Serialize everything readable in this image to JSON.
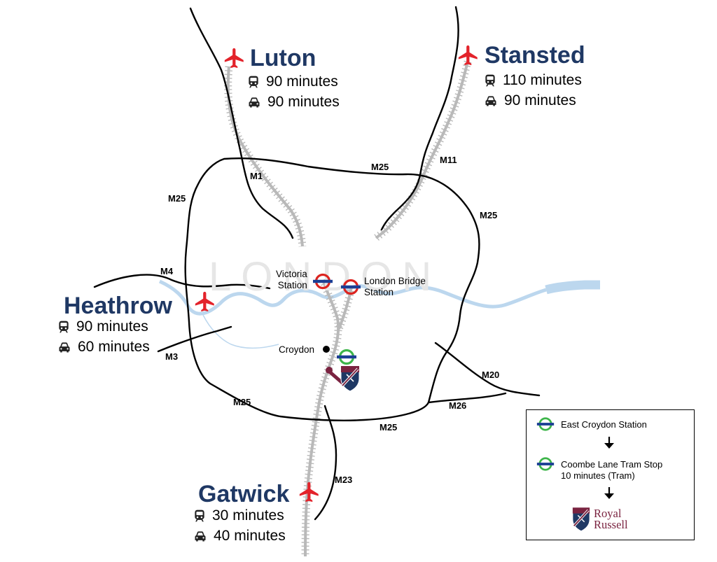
{
  "watermark": "LONDON",
  "airports": {
    "luton": {
      "name": "Luton",
      "train": "90 minutes",
      "car": "90 minutes"
    },
    "stansted": {
      "name": "Stansted",
      "train": "110 minutes",
      "car": "90 minutes"
    },
    "heathrow": {
      "name": "Heathrow",
      "train": "90 minutes",
      "car": "60 minutes"
    },
    "gatwick": {
      "name": "Gatwick",
      "train": "30 minutes",
      "car": "40 minutes"
    }
  },
  "roads": {
    "m25_top": "M25",
    "m25_left": "M25",
    "m25_right": "M25",
    "m25_bottom_left": "M25",
    "m25_bottom": "M25",
    "m1": "M1",
    "m11": "M11",
    "m4": "M4",
    "m3": "M3",
    "m20": "M20",
    "m26": "M26",
    "m23": "M23"
  },
  "stations": {
    "victoria_line1": "Victoria",
    "victoria_line2": "Station",
    "london_bridge_line1": "London Bridge",
    "london_bridge_line2": "Station",
    "croydon": "Croydon"
  },
  "legend": {
    "step1": "East Croydon Station",
    "step2_line1": "Coombe Lane Tram Stop",
    "step2_line2": "10 minutes (Tram)",
    "brand_line1": "Royal",
    "brand_line2": "Russell"
  },
  "icons": {
    "airport": "airplane-icon",
    "train": "train-icon",
    "car": "car-icon",
    "underground": "underground-roundel-icon",
    "tram": "tram-roundel-icon",
    "school": "school-crest-icon"
  },
  "colors": {
    "airport_label": "#1f3864",
    "airplane": "#e3232b",
    "river": "#bcd7ee",
    "underground_ring": "#dc241f",
    "underground_bar": "#1c3f94",
    "tram_ring": "#3db54a",
    "rail": "#c8c8c8",
    "road": "#000000",
    "brand": "#7a2340"
  }
}
